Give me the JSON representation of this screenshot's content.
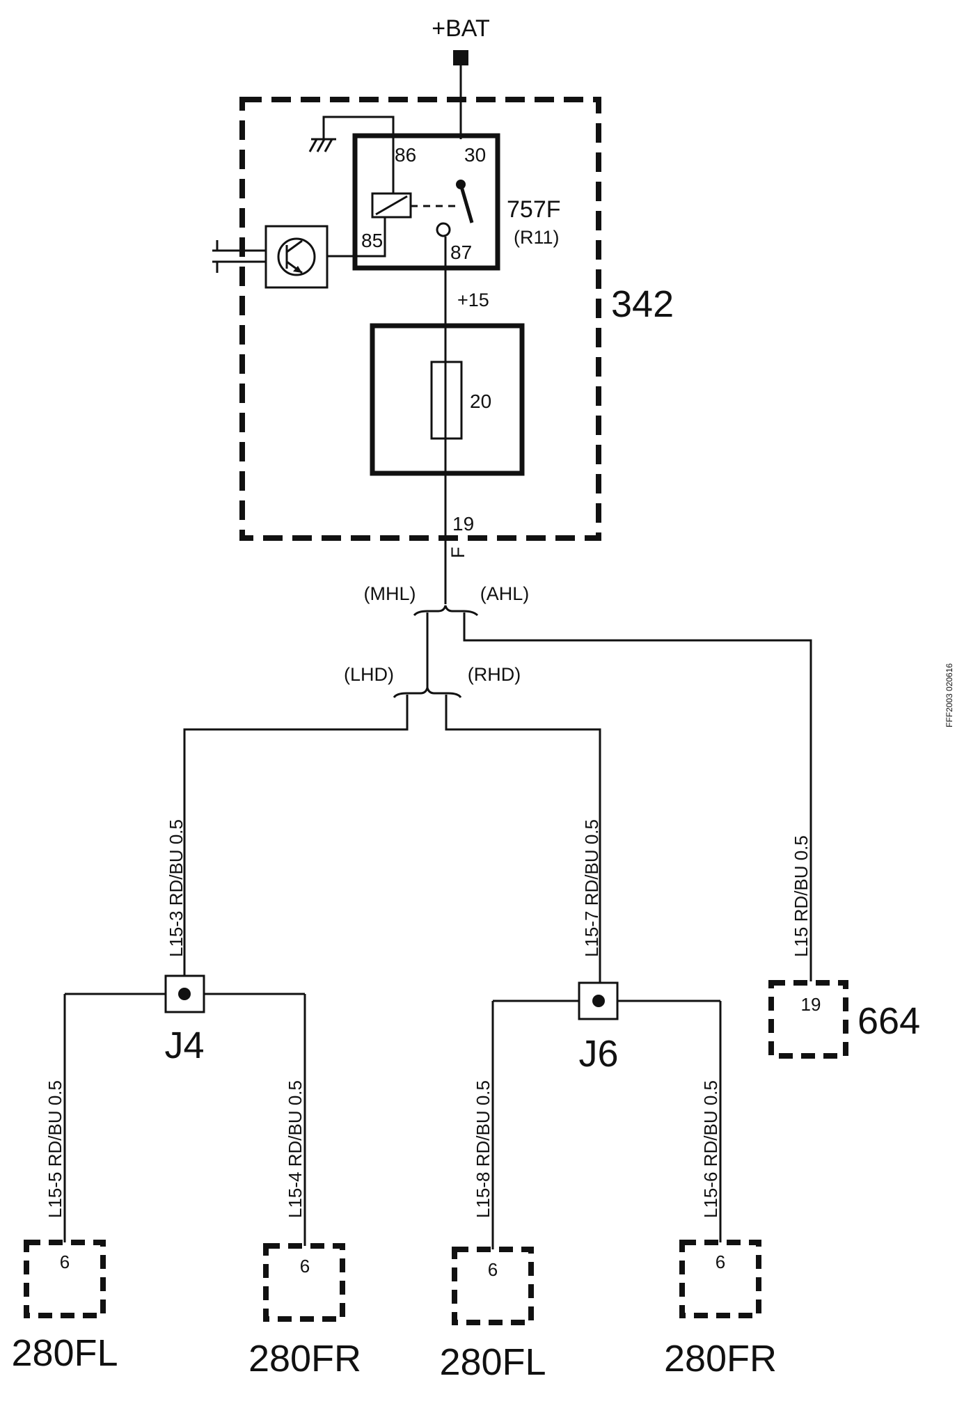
{
  "supply": {
    "label": "+BAT"
  },
  "fuse_box": {
    "label": "342",
    "output_label": "+15",
    "output_pin": "19",
    "output_pin_suffix": "F",
    "relay": {
      "label": "757F",
      "sublabel": "(R11)",
      "pins": {
        "p86": "86",
        "p30": "30",
        "p85": "85",
        "p87": "87"
      }
    },
    "fuse": {
      "label": "20"
    }
  },
  "options": {
    "mhl": "(MHL)",
    "ahl": "(AHL)",
    "lhd": "(LHD)",
    "rhd": "(RHD)"
  },
  "wires": {
    "l15_3": "L15-3  RD/BU  0.5",
    "l15_7": "L15-7  RD/BU  0.5",
    "l15": "L15  RD/BU  0.5",
    "l15_5": "L15-5  RD/BU  0.5",
    "l15_4": "L15-4  RD/BU  0.5",
    "l15_8": "L15-8  RD/BU  0.5",
    "l15_6": "L15-6  RD/BU  0.5"
  },
  "junctions": {
    "j4": "J4",
    "j6": "J6"
  },
  "connectors": [
    {
      "id": "280FL",
      "pin": "6",
      "label": "280FL"
    },
    {
      "id": "280FR",
      "pin": "6",
      "label": "280FR"
    },
    {
      "id": "280FL",
      "pin": "6",
      "label": "280FL"
    },
    {
      "id": "280FR",
      "pin": "6",
      "label": "280FR"
    },
    {
      "id": "664",
      "pin": "19",
      "label": "664"
    }
  ],
  "figure_code": "FFF2003  020616"
}
